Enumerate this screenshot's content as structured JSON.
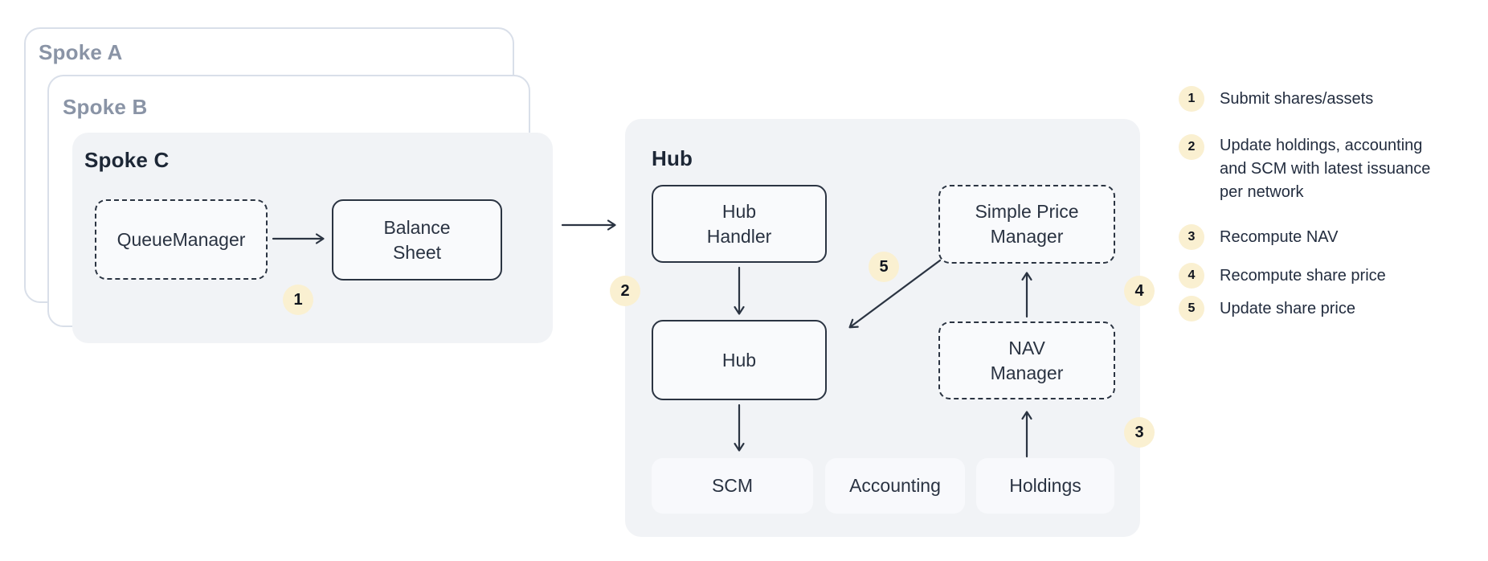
{
  "colors": {
    "badge_bg": "#FAF0D1",
    "container_bg": "#F1F3F6",
    "node_bg": "#F9FAFC",
    "node_border": "#2B3442",
    "card_border": "#D9DFE9",
    "muted_label": "#8A94A6",
    "text": "#232D3F",
    "arrow": "#2B3442"
  },
  "diagram": {
    "spoke_a": {
      "label": "Spoke A"
    },
    "spoke_b": {
      "label": "Spoke B"
    },
    "spoke_c": {
      "label": "Spoke C",
      "nodes": {
        "queue_manager": "QueueManager",
        "balance_sheet": "Balance\nSheet"
      }
    },
    "hub": {
      "label": "Hub",
      "nodes": {
        "hub_handler": "Hub\nHandler",
        "hub": "Hub",
        "simple_price_manager": "Simple Price\nManager",
        "nav_manager": "NAV\nManager",
        "scm": "SCM",
        "accounting": "Accounting",
        "holdings": "Holdings"
      }
    },
    "badges": {
      "b1": "1",
      "b2": "2",
      "b3": "3",
      "b4": "4",
      "b5": "5"
    }
  },
  "legend": {
    "items": [
      {
        "num": "1",
        "text": "Submit shares/assets"
      },
      {
        "num": "2",
        "text": "Update holdings, accounting\nand SCM with latest issuance\nper network"
      },
      {
        "num": "3",
        "text": "Recompute NAV"
      },
      {
        "num": "4",
        "text": "Recompute share price"
      },
      {
        "num": "5",
        "text": "Update share price"
      }
    ]
  }
}
